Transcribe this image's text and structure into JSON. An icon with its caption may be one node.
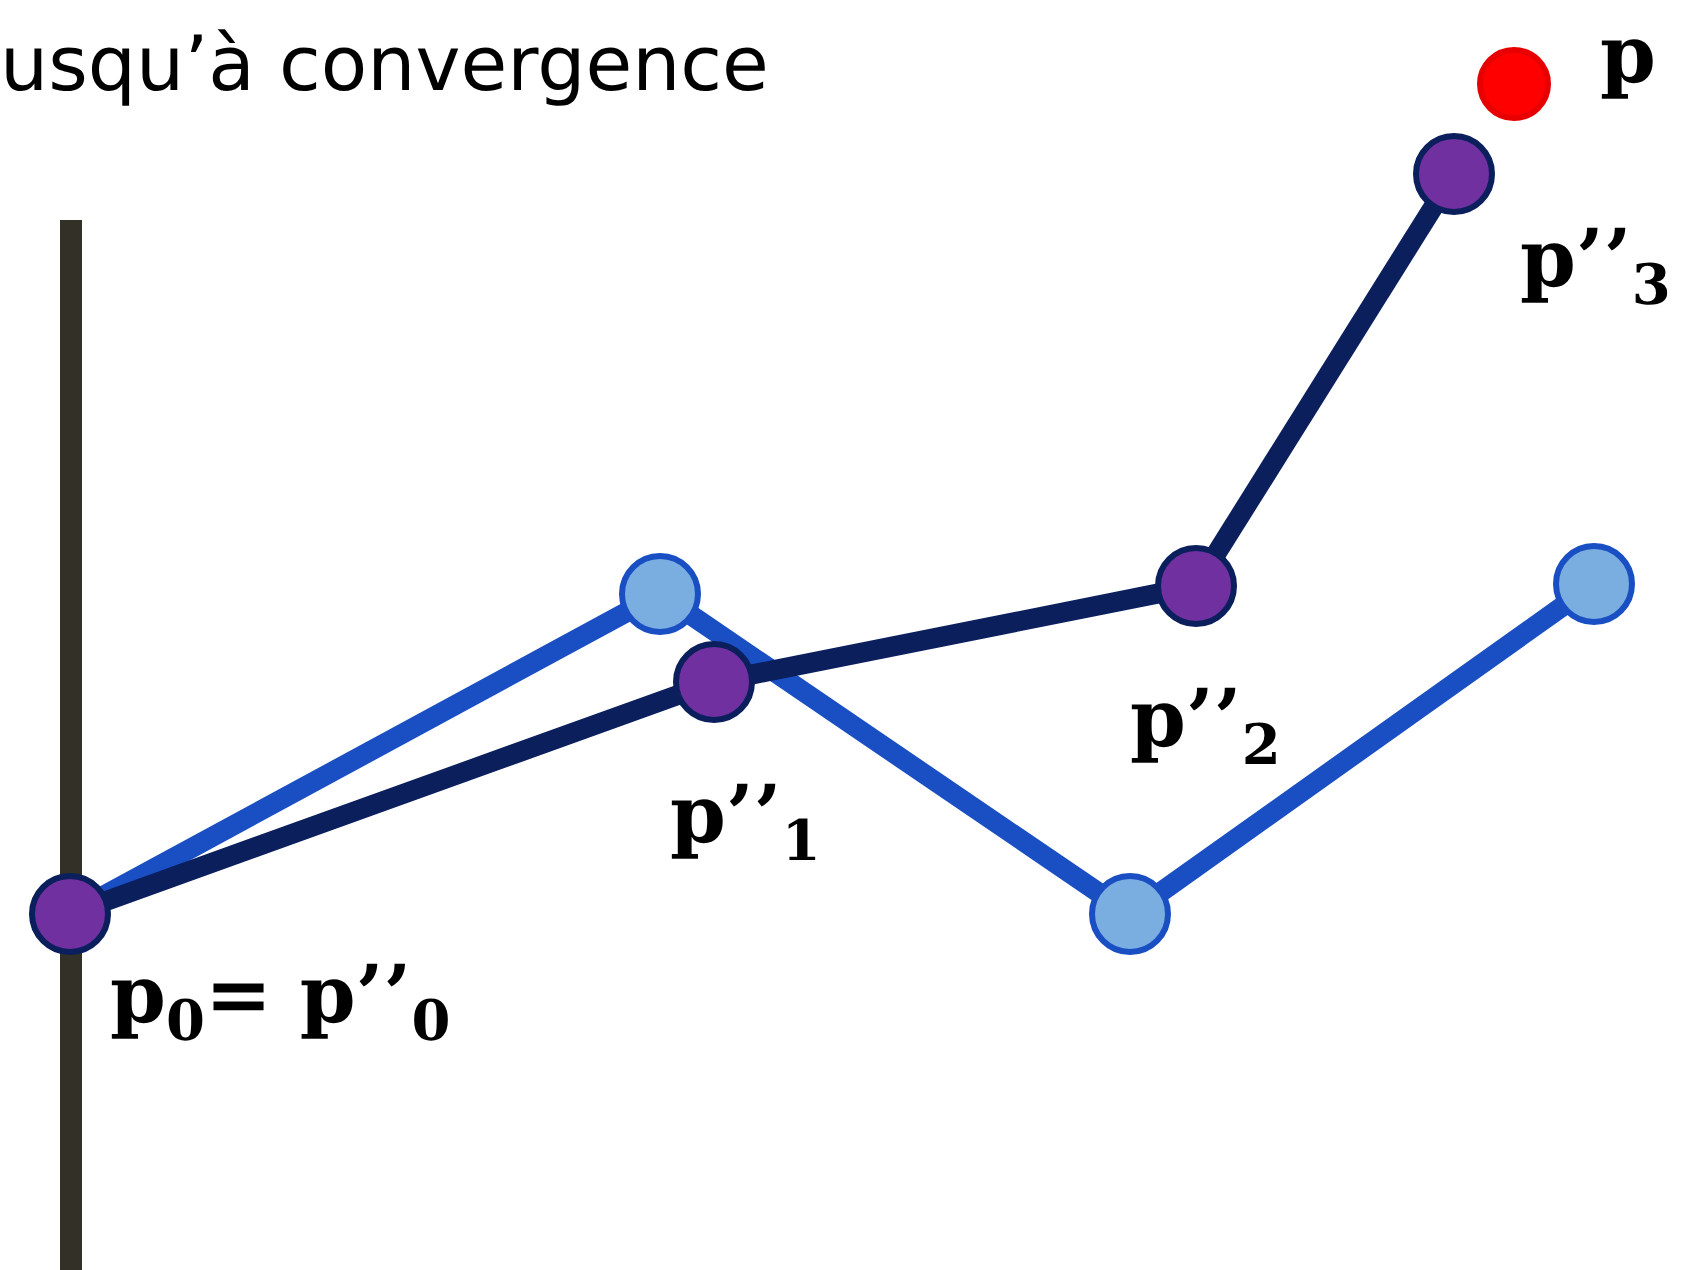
{
  "diagram": {
    "nodes": [
      {
        "text": [],
        "shape": "circle",
        "beside": [
          "p$_{0}$= p’’$_{0}$"
        ]
      },
      {
        "text": [],
        "shape": "circle"
      },
      {
        "text": [],
        "shape": "circle",
        "beside": [
          "p’’$_{1}$"
        ]
      },
      {
        "text": [],
        "shape": "circle"
      },
      {
        "text": [],
        "shape": "circle",
        "beside": [
          "p’’$_{2}$"
        ]
      },
      {
        "text": [],
        "shape": "circle",
        "beside": [
          "p’’$_{3}$"
        ]
      },
      {
        "text": [],
        "shape": "circle",
        "beside": [
          "p"
        ]
      },
      {
        "text": [],
        "shape": "circle"
      }
    ],
    "edges": [
      {
        "from": 0,
        "to": 1,
        "arrow": "none",
        "color": "#1a4fc4"
      },
      {
        "from": 1,
        "to": 3,
        "arrow": "none",
        "color": "#1a4fc4"
      },
      {
        "from": 3,
        "to": 7,
        "arrow": "none",
        "color": "#1a4fc4"
      },
      {
        "from": 0,
        "to": 2,
        "arrow": "none",
        "color": "#0a1f5c"
      },
      {
        "from": 2,
        "to": 4,
        "arrow": "none",
        "color": "#0a1f5c"
      },
      {
        "from": 4,
        "to": 5,
        "arrow": "none",
        "color": "#0a1f5c"
      }
    ],
    "labels": [
      "usqu’à convergence"
    ]
  }
}
